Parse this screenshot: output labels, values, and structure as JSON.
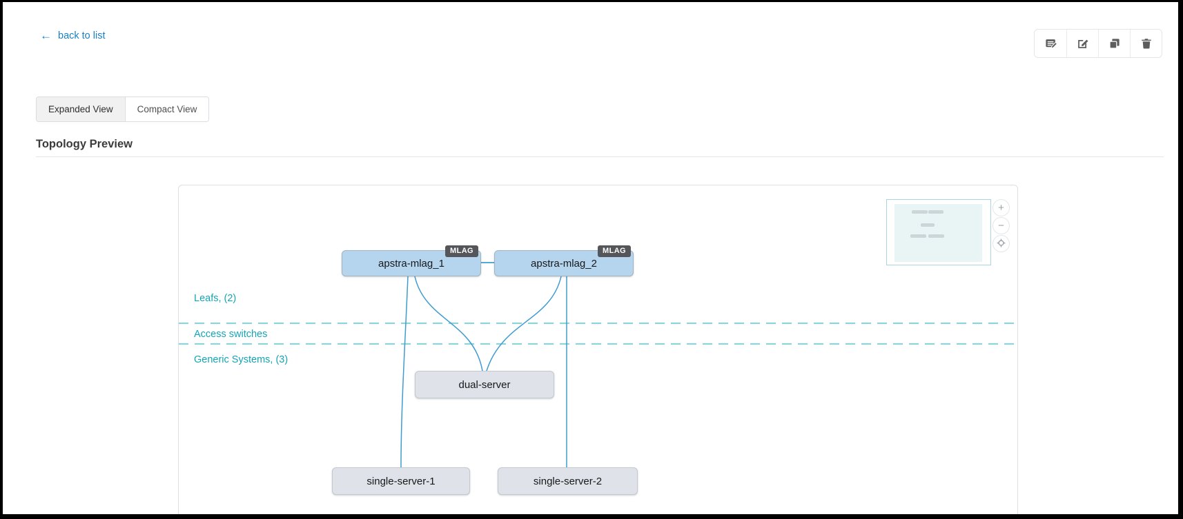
{
  "header": {
    "back_arrow": "←",
    "back_link": "back to list",
    "toolbar": {
      "buttons": [
        {
          "icon": "note-pencil-icon"
        },
        {
          "icon": "edit-icon"
        },
        {
          "icon": "clone-icon"
        },
        {
          "icon": "trash-icon"
        }
      ]
    }
  },
  "view_tabs": [
    {
      "label": "Expanded View",
      "active": true
    },
    {
      "label": "Compact View",
      "active": false
    }
  ],
  "section_title": "Topology Preview",
  "topology": {
    "row_labels": [
      "Leafs, (2)",
      "Access switches",
      "Generic Systems, (3)"
    ],
    "nodes": {
      "leaf1": {
        "label": "apstra-mlag_1",
        "badge": "MLAG"
      },
      "leaf2": {
        "label": "apstra-mlag_2",
        "badge": "MLAG"
      },
      "dual_server": {
        "label": "dual-server"
      },
      "single_server_1": {
        "label": "single-server-1"
      },
      "single_server_2": {
        "label": "single-server-2"
      }
    },
    "links": [
      {
        "from": "apstra-mlag_1",
        "to": "apstra-mlag_2"
      },
      {
        "from": "apstra-mlag_1",
        "to": "dual-server"
      },
      {
        "from": "apstra-mlag_2",
        "to": "dual-server"
      },
      {
        "from": "apstra-mlag_1",
        "to": "single-server-1"
      },
      {
        "from": "apstra-mlag_2",
        "to": "single-server-2"
      }
    ]
  },
  "canvas_controls": {
    "zoom_in": "+",
    "zoom_out": "−",
    "fit_icon": "crosshair-icon"
  },
  "colors": {
    "link_text_blue": "#1b7fc4",
    "accent_teal": "#13a5b6",
    "edge_blue": "#3e9bd2",
    "dashed_separator_teal": "#8ed2da",
    "leaf_node_fill": "#b5d5ee",
    "generic_node_fill": "#dfe2e8",
    "mlag_badge_bg": "#545659"
  }
}
